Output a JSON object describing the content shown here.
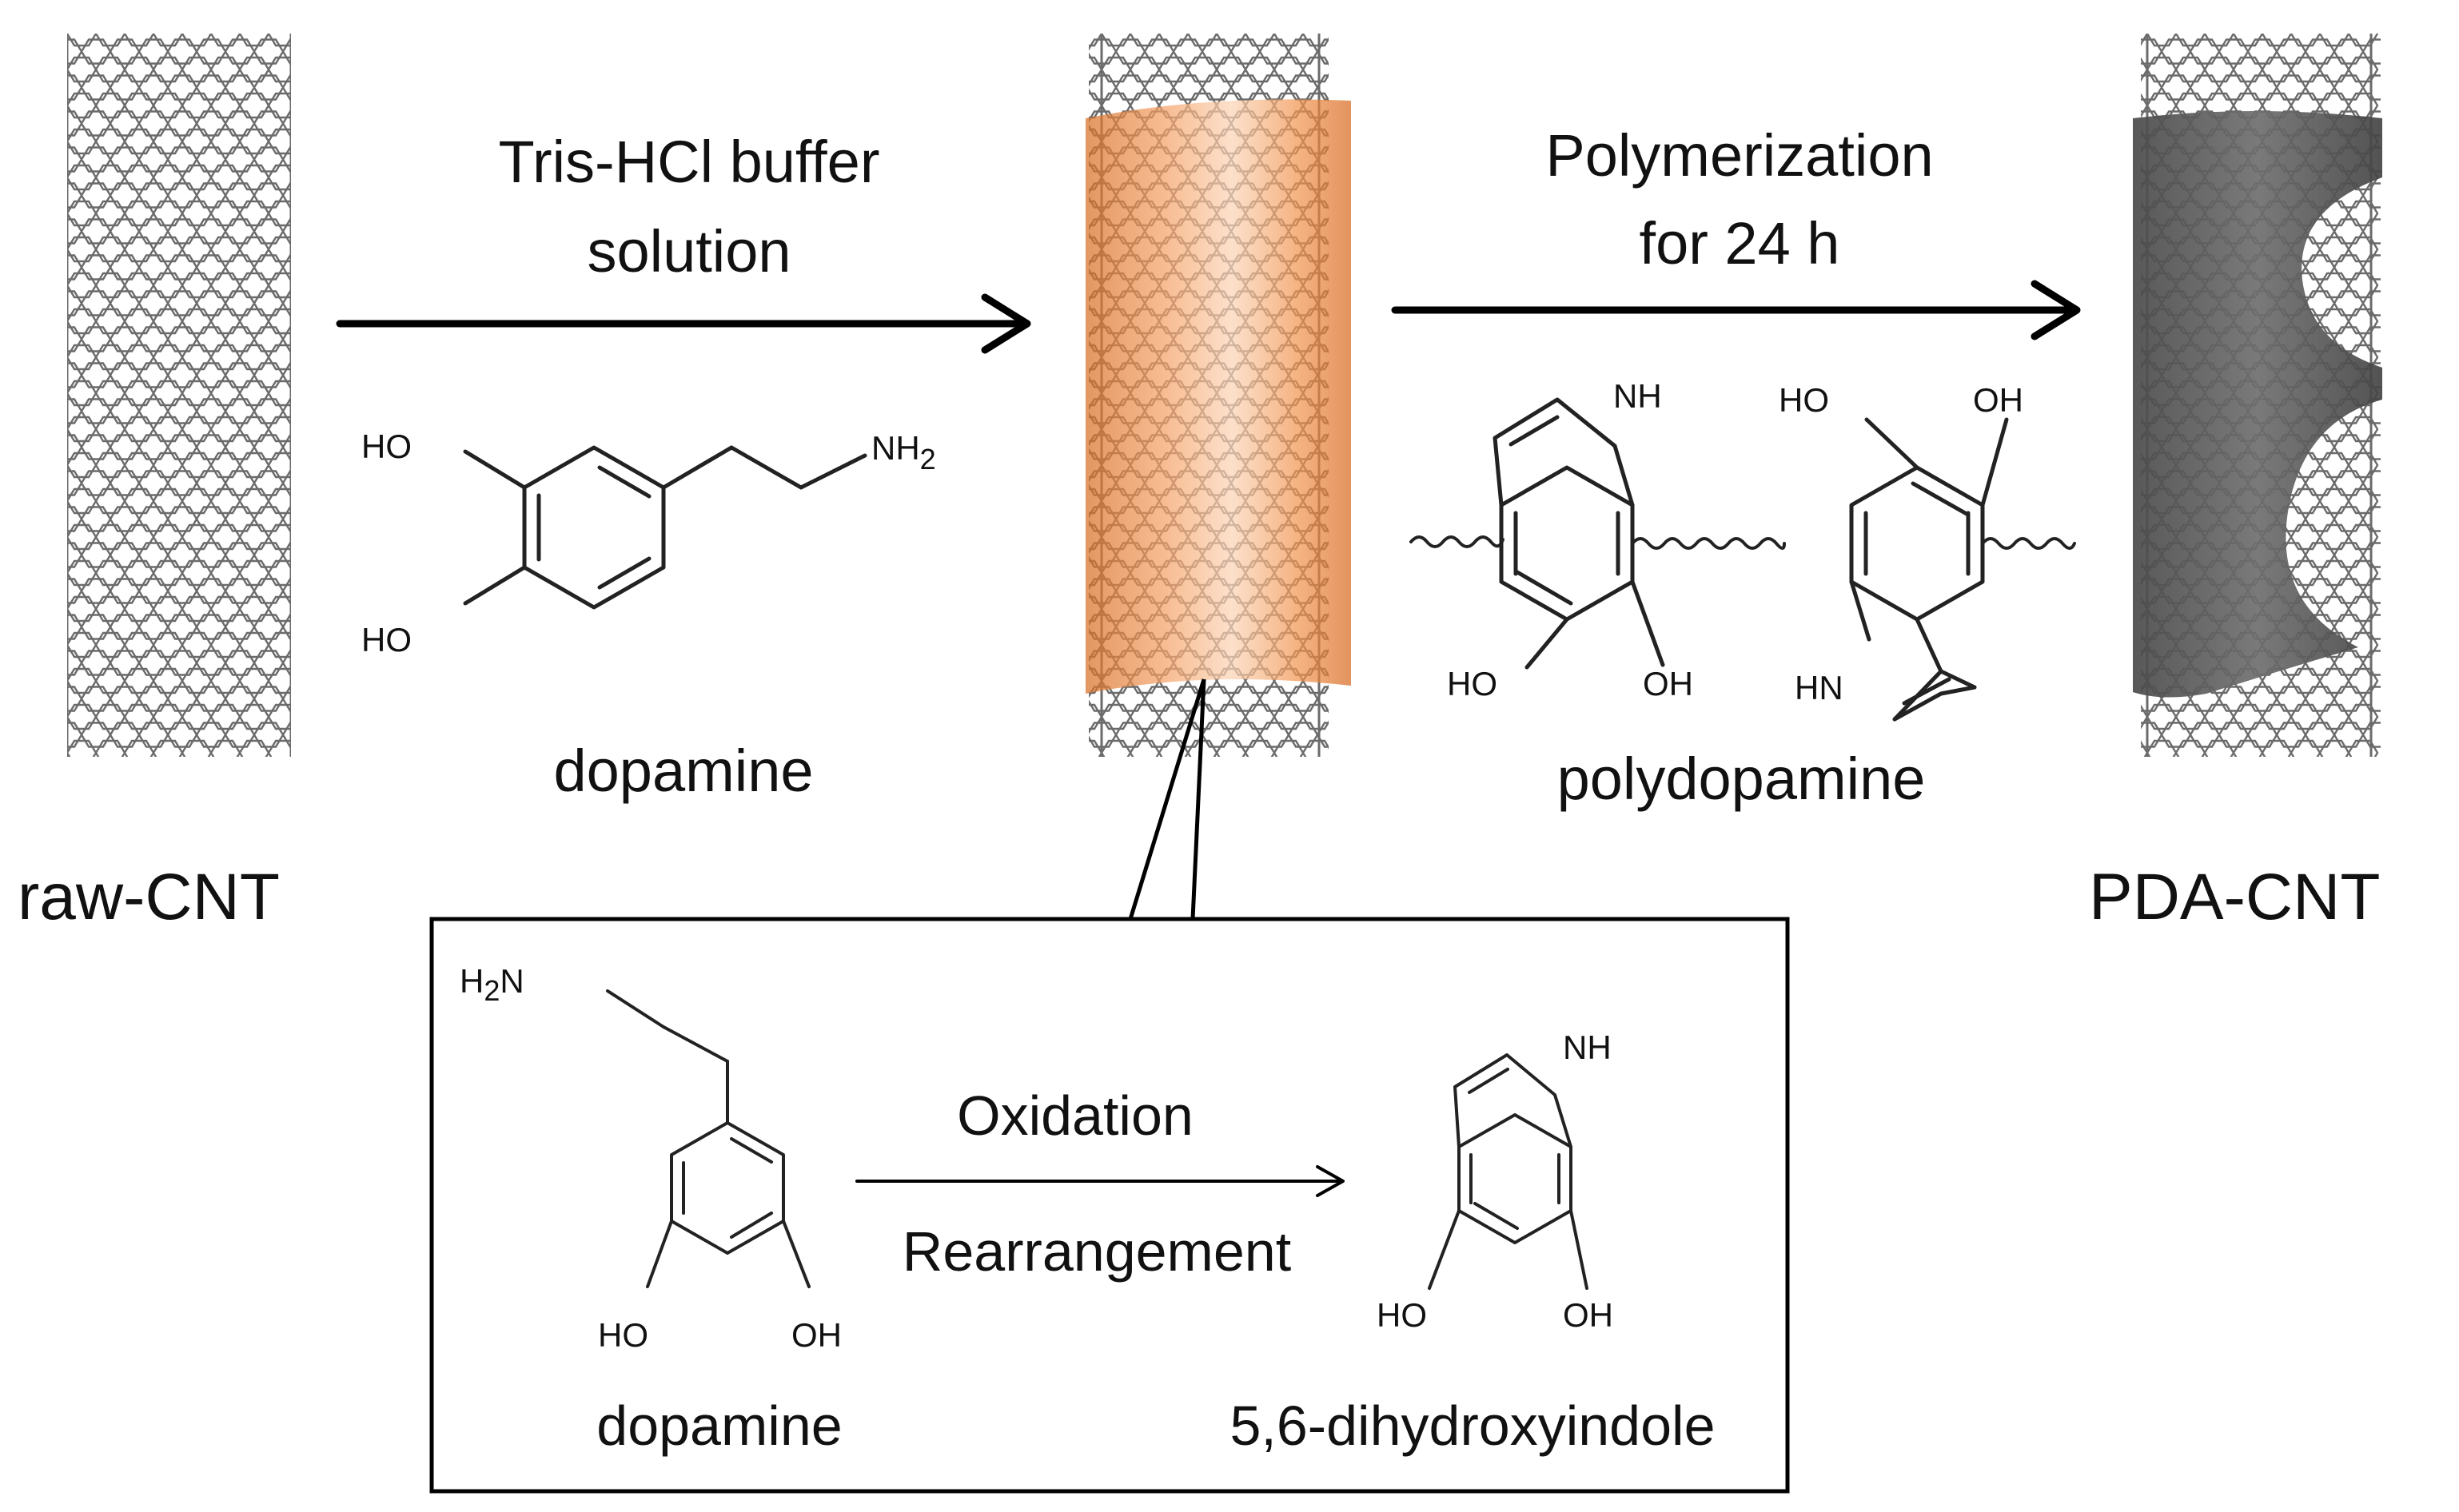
{
  "labels": {
    "raw_cnt": "raw-CNT",
    "pda_cnt": "PDA-CNT",
    "step1_line1": "Tris-HCl buffer",
    "step1_line2": "solution",
    "step1_molecule": "dopamine",
    "step2_line1": "Polymerization",
    "step2_line2": "for 24 h",
    "step2_molecule": "polydopamine"
  },
  "inset": {
    "condition_top": "Oxidation",
    "condition_bottom": "Rearrangement",
    "reactant_name": "dopamine",
    "product_name": "5,6-dihydroxyindole"
  },
  "atoms": {
    "ho": "HO",
    "oh": "OH",
    "nh2": "NH",
    "nh2_sub": "2",
    "h2n_h": "H",
    "h2n_sub": "2",
    "h2n_n": "N",
    "nh": "NH",
    "hn": "HN"
  },
  "colors": {
    "pda_coating_orange": "#e8853a",
    "pda_coating_dark": "#5a5a5a",
    "cnt_lattice": "#6b6b6b"
  }
}
